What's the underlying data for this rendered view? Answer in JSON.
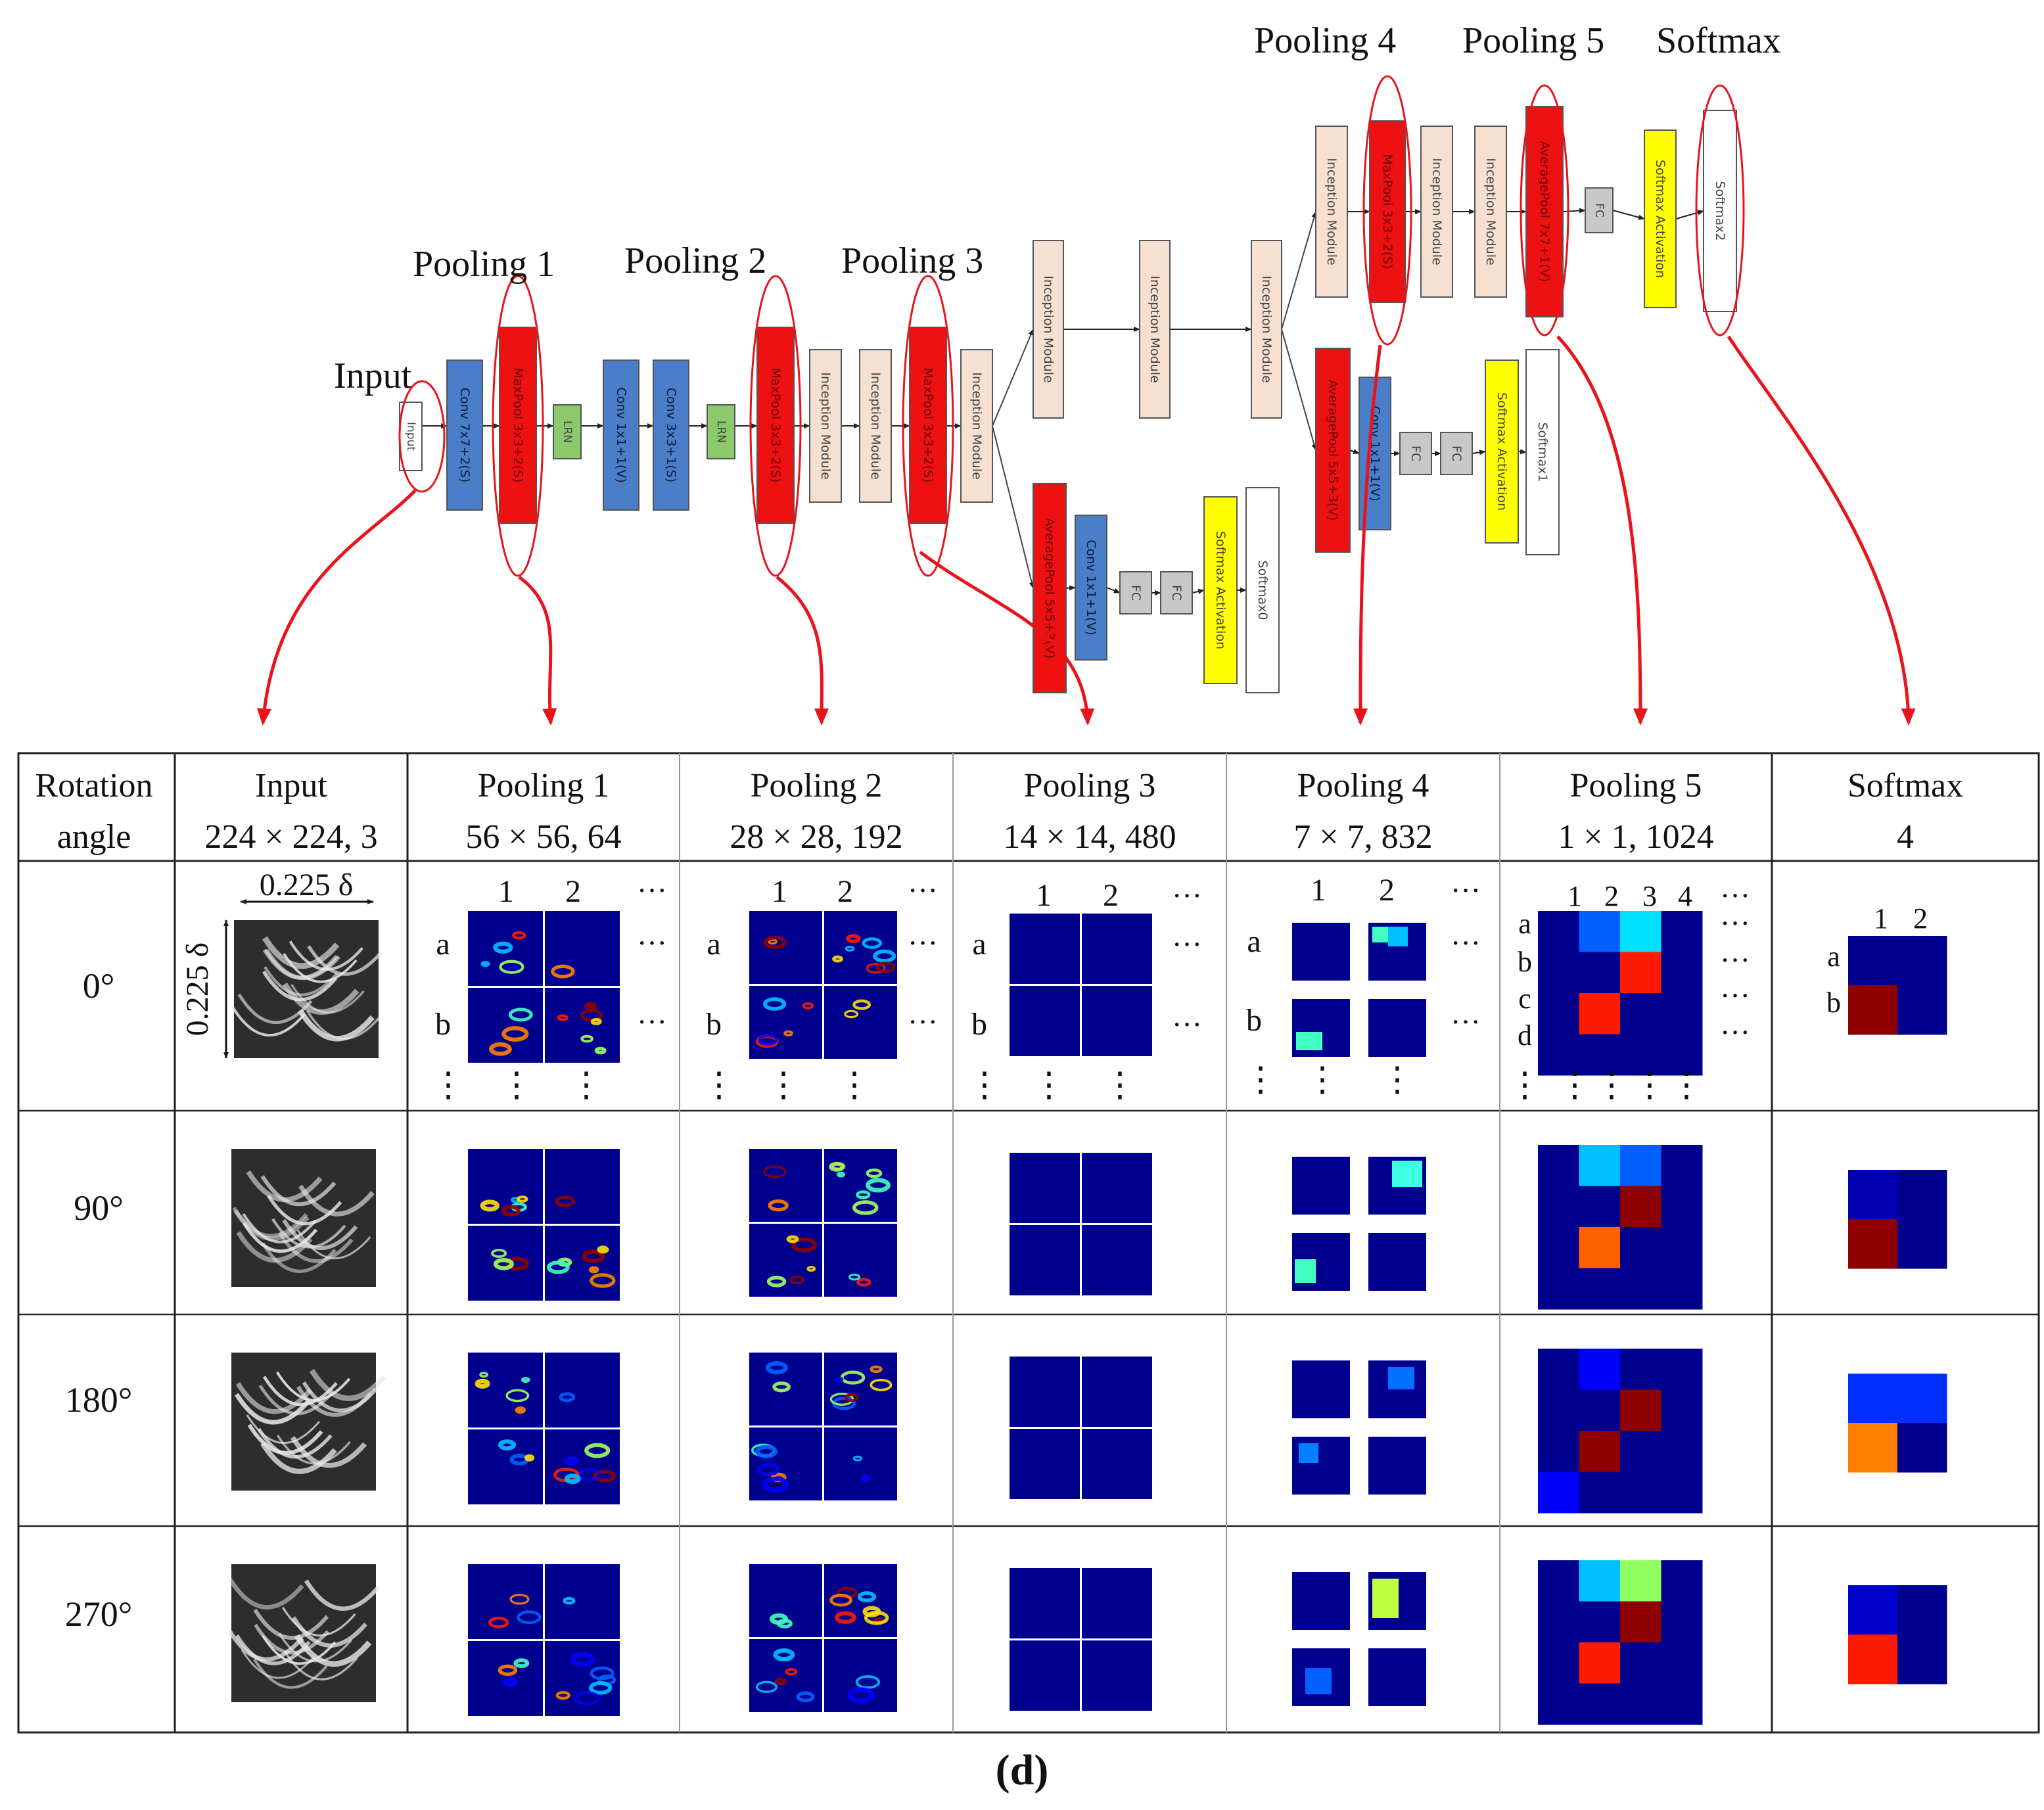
{
  "colors": {
    "red": "#ee1111",
    "blue": "#4a7ec8",
    "green": "#8cc96a",
    "peach": "#f6e0d2",
    "yellow": "#ffff00",
    "gray": "#c8c8c8",
    "white": "#ffffff",
    "arrow": "#e8141c",
    "heat_bg": "#00008f"
  },
  "network": {
    "stage_labels": {
      "input": "Input",
      "pool1": "Pooling 1",
      "pool2": "Pooling 2",
      "pool3": "Pooling 3",
      "pool4": "Pooling 4",
      "pool5": "Pooling 5",
      "softmax": "Softmax"
    },
    "blocks": [
      {
        "id": "input",
        "label": "Input",
        "color": "white"
      },
      {
        "id": "conv1",
        "label": "Conv 7x7+2(S)",
        "color": "blue"
      },
      {
        "id": "maxpool1",
        "label": "MaxPool 3x3+2(S)",
        "color": "red"
      },
      {
        "id": "lrn1",
        "label": "LRN",
        "color": "green"
      },
      {
        "id": "conv2",
        "label": "Conv 1x1+1(V)",
        "color": "blue"
      },
      {
        "id": "conv3",
        "label": "Conv 3x3+1(S)",
        "color": "blue"
      },
      {
        "id": "lrn2",
        "label": "LRN",
        "color": "green"
      },
      {
        "id": "maxpool2",
        "label": "MaxPool 3x3+2(S)",
        "color": "red"
      },
      {
        "id": "inc3a",
        "label": "Inception Module",
        "color": "peach"
      },
      {
        "id": "inc3b",
        "label": "Inception Module",
        "color": "peach"
      },
      {
        "id": "maxpool3",
        "label": "MaxPool 3x3+2(S)",
        "color": "red"
      },
      {
        "id": "inc4a",
        "label": "Inception Module",
        "color": "peach"
      },
      {
        "id": "inc4b",
        "label": "Inception Module",
        "color": "peach"
      },
      {
        "id": "inc4c",
        "label": "Inception Module",
        "color": "peach"
      },
      {
        "id": "inc4d",
        "label": "Inception Module",
        "color": "peach"
      },
      {
        "id": "inc4e",
        "label": "Inception Module",
        "color": "peach"
      },
      {
        "id": "maxpool4",
        "label": "MaxPool 3x3+2(S)",
        "color": "red"
      },
      {
        "id": "inc5a",
        "label": "Inception Module",
        "color": "peach"
      },
      {
        "id": "inc5b",
        "label": "Inception Module",
        "color": "peach"
      },
      {
        "id": "avgpool5",
        "label": "AveragePool 7x7+1(V)",
        "color": "red"
      },
      {
        "id": "fc",
        "label": "FC",
        "color": "gray"
      },
      {
        "id": "smact2",
        "label": "Softmax Activation",
        "color": "yellow"
      },
      {
        "id": "softmax2",
        "label": "Softmax2",
        "color": "white"
      },
      {
        "id": "aux0_avg",
        "label": "AveragePool 5x5+3(V)",
        "color": "red"
      },
      {
        "id": "aux0_conv",
        "label": "Conv 1x1+1(V)",
        "color": "blue"
      },
      {
        "id": "aux0_fc1",
        "label": "FC",
        "color": "gray"
      },
      {
        "id": "aux0_fc2",
        "label": "FC",
        "color": "gray"
      },
      {
        "id": "aux0_act",
        "label": "Softmax Activation",
        "color": "yellow"
      },
      {
        "id": "softmax0",
        "label": "Softmax0",
        "color": "white"
      },
      {
        "id": "aux1_avg",
        "label": "AveragePool 5x5+3(V)",
        "color": "red"
      },
      {
        "id": "aux1_conv",
        "label": "Conv 1x1+1(V)",
        "color": "blue"
      },
      {
        "id": "aux1_fc1",
        "label": "FC",
        "color": "gray"
      },
      {
        "id": "aux1_fc2",
        "label": "FC",
        "color": "gray"
      },
      {
        "id": "aux1_act",
        "label": "Softmax Activation",
        "color": "yellow"
      },
      {
        "id": "softmax1",
        "label": "Softmax1",
        "color": "white"
      }
    ]
  },
  "table": {
    "header": [
      {
        "l1": "Rotation",
        "l2": "angle"
      },
      {
        "l1": "Input",
        "l2": "224 × 224, 3"
      },
      {
        "l1": "Pooling 1",
        "l2": "56 × 56, 64"
      },
      {
        "l1": "Pooling 2",
        "l2": "28 × 28, 192"
      },
      {
        "l1": "Pooling 3",
        "l2": "14 × 14, 480"
      },
      {
        "l1": "Pooling 4",
        "l2": "7 × 7, 832"
      },
      {
        "l1": "Pooling 5",
        "l2": "1 × 1, 1024"
      },
      {
        "l1": "Softmax",
        "l2": "4"
      }
    ],
    "angles": [
      "0°",
      "90°",
      "180°",
      "270°"
    ],
    "input_dim_label": "0.225 δ",
    "col_index_labels": [
      "1",
      "2",
      "3",
      "4"
    ],
    "row_index_labels": [
      "a",
      "b",
      "c",
      "d"
    ],
    "ellipsis": "···",
    "vdots": "⋮"
  },
  "caption": "(d)"
}
